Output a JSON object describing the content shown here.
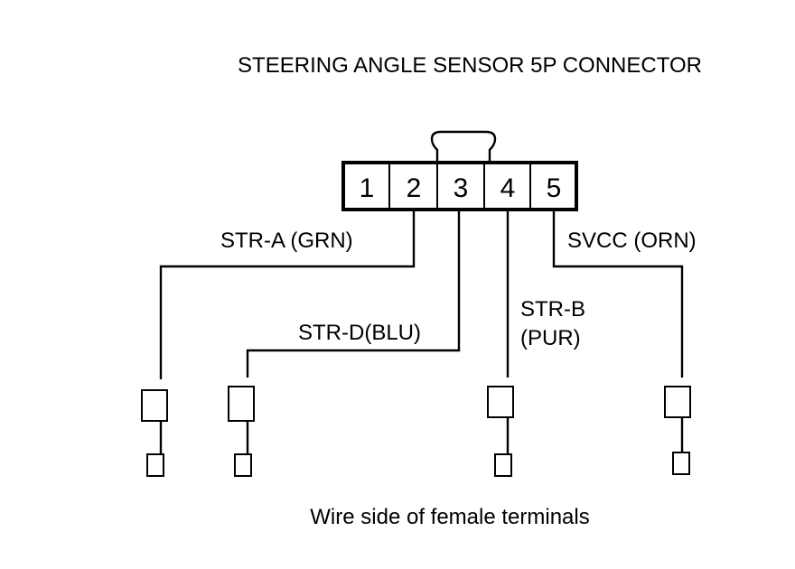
{
  "title": "STEERING ANGLE SENSOR 5P CONNECTOR",
  "connector": {
    "pins": [
      "1",
      "2",
      "3",
      "4",
      "5"
    ]
  },
  "wires": [
    {
      "pin": "2",
      "label": "STR-A (GRN)"
    },
    {
      "pin": "3",
      "label": "STR-D(BLU)"
    },
    {
      "pin": "4",
      "label_lines": [
        "STR-B",
        "(PUR)"
      ]
    },
    {
      "pin": "5",
      "label": "SVCC (ORN)"
    }
  ],
  "caption": "Wire side of female terminals"
}
